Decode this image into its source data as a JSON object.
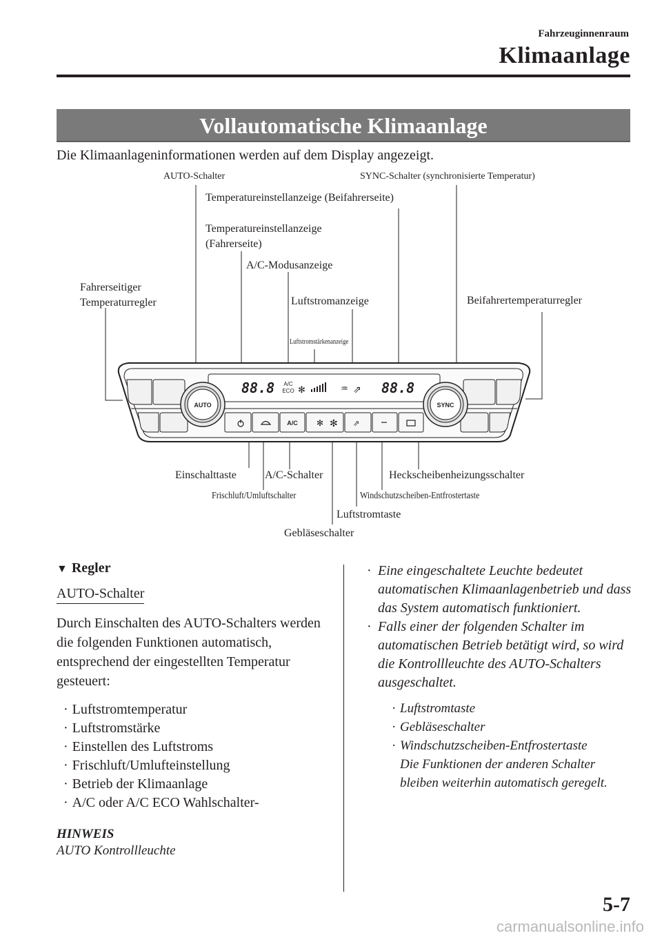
{
  "header": {
    "section": "Fahrzeuginnenraum",
    "chapter": "Klimaanlage"
  },
  "banner": "Vollautomatische Klimaanlage",
  "intro": "Die Klimaanlageninformationen werden auf dem Display angezeigt.",
  "diagram": {
    "labels": {
      "auto_schalter": "AUTO-Schalter",
      "sync_schalter": "SYNC-Schalter (synchronisierte Temperatur)",
      "temp_beifahrer": "Temperatureinstellanzeige (Beifahrerseite)",
      "temp_fahrer_1": "Temperatureinstellanzeige",
      "temp_fahrer_2": "(Fahrerseite)",
      "ac_modus": "A/C-Modusanzeige",
      "fahrer_regler_1": "Fahrerseitiger",
      "fahrer_regler_2": "Temperaturregler",
      "luftstromanzeige": "Luftstromanzeige",
      "beifahrer_regler": "Beifahrertemperaturregler",
      "luftstromstaerke": "Luftstromstärkenanzeige",
      "einschalttaste": "Einschalttaste",
      "ac_schalter": "A/C-Schalter",
      "heckscheibe": "Heckscheibenheizungsschalter",
      "frischluft": "Frischluft/Umluftschalter",
      "windschutz": "Windschutzscheiben-Entfrostertaste",
      "luftstromtaste": "Luftstromtaste",
      "geblaese": "Gebläseschalter"
    },
    "panel": {
      "left_knob": "AUTO",
      "right_knob": "SYNC",
      "temp_display": "88.8",
      "ac_button": "A/C",
      "ac_indicator_top": "A/C",
      "ac_indicator_bottom": "ECO"
    }
  },
  "left_col": {
    "heading": "Regler",
    "subheading": "AUTO-Schalter",
    "paragraph": "Durch Einschalten des AUTO-Schalters werden die folgenden Funktionen automatisch, entsprechend der eingestellten Temperatur gesteuert:",
    "bullets": [
      "Luftstromtemperatur",
      "Luftstromstärke",
      "Einstellen des Luftstroms",
      "Frischluft/Umlufteinstellung",
      "Betrieb der Klimaanlage",
      "A/C oder A/C ECO Wahlschalter-"
    ],
    "note_heading": "HINWEIS",
    "note_text": "AUTO Kontrollleuchte"
  },
  "right_col": {
    "item1": "Eine eingeschaltete Leuchte bedeutet automatischen Klimaanlagenbetrieb und dass das System automatisch funktioniert.",
    "item2": "Falls einer der folgenden Schalter im automatischen Betrieb betätigt wird, so wird die Kontrollleuchte des AUTO-Schalters ausgeschaltet.",
    "sub_bullets": [
      "Luftstromtaste",
      "Gebläseschalter",
      "Windschutzscheiben-Entfrostertaste"
    ],
    "trailing": "Die Funktionen der anderen Schalter bleiben weiterhin automatisch geregelt."
  },
  "page_number": "5-7",
  "watermark": "carmanualsonline.info"
}
